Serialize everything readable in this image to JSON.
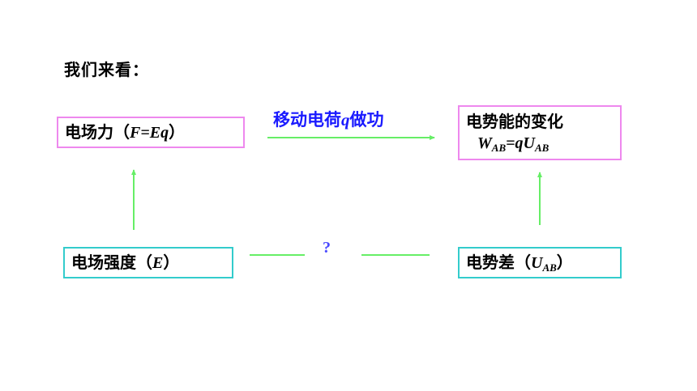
{
  "heading": "我们来看：",
  "force_box": {
    "label": "电场力（",
    "formula": "F=Eq",
    "close": "）"
  },
  "energy_box": {
    "label": "电势能的变化",
    "W": "W",
    "W_sub": "AB",
    "eq": "=q",
    "U": "U",
    "U_sub": "AB"
  },
  "field_box": {
    "label": "电场强度（",
    "symbol": "E",
    "close": "）"
  },
  "pd_box": {
    "label": "电势差（",
    "symbol": "U",
    "sub": "AB",
    "close": "）"
  },
  "work_label": {
    "text_before": "移动电荷",
    "q": "q",
    "text_after": "做功"
  },
  "question_mark": "?",
  "colors": {
    "pink": "#ee88ee",
    "teal": "#33cccc",
    "green": "#66ee66",
    "blue": "#1a1aff"
  }
}
